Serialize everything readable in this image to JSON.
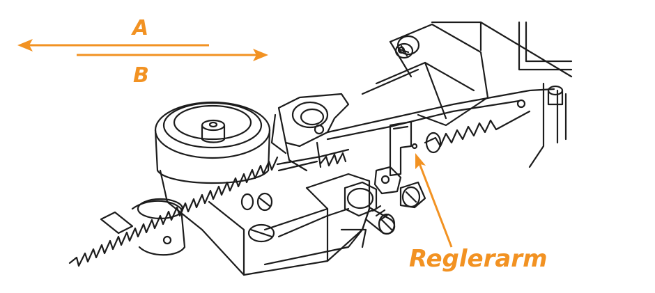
{
  "labels": {
    "arrow_a": "A",
    "arrow_b": "B",
    "governor_arm": "Reglerarm"
  },
  "colors": {
    "accent": "#f29222",
    "ink": "#1c1c1c",
    "background": "#ffffff"
  }
}
